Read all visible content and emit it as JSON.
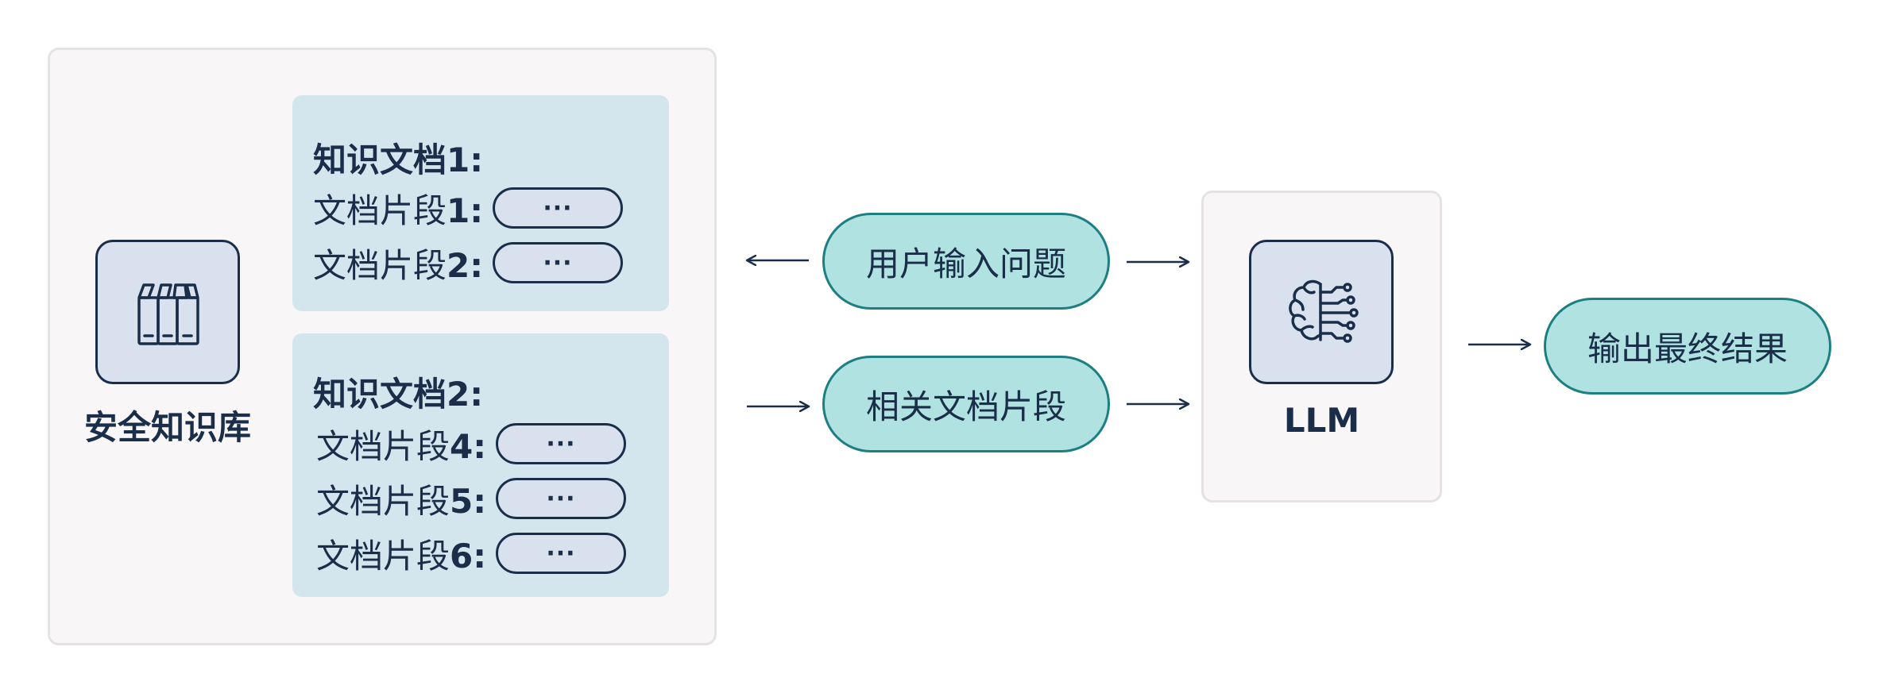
{
  "knowledge_base": {
    "label": "安全知识库",
    "icon": "books-icon"
  },
  "documents": [
    {
      "title": "知识文档1:",
      "fragments": [
        {
          "label": "文档片段",
          "num": "1:",
          "value": "···"
        },
        {
          "label": "文档片段",
          "num": "2:",
          "value": "···"
        }
      ]
    },
    {
      "title": "知识文档2:",
      "fragments": [
        {
          "label": "文档片段",
          "num": "4:",
          "value": "···"
        },
        {
          "label": "文档片段",
          "num": "5:",
          "value": "···"
        },
        {
          "label": "文档片段",
          "num": "6:",
          "value": "···"
        }
      ]
    }
  ],
  "flow": {
    "user_question": "用户输入问题",
    "related_fragments": "相关文档片段",
    "output": "输出最终结果"
  },
  "llm": {
    "label": "LLM",
    "icon": "brain-circuit-icon"
  },
  "colors": {
    "navy": "#1a2e4a",
    "teal_fill": "#b0e2e2",
    "teal_border": "#1d7f82",
    "doc_card": "#d3e6ee",
    "icon_box": "#d9e1ee",
    "panel": "#f8f6f7"
  }
}
